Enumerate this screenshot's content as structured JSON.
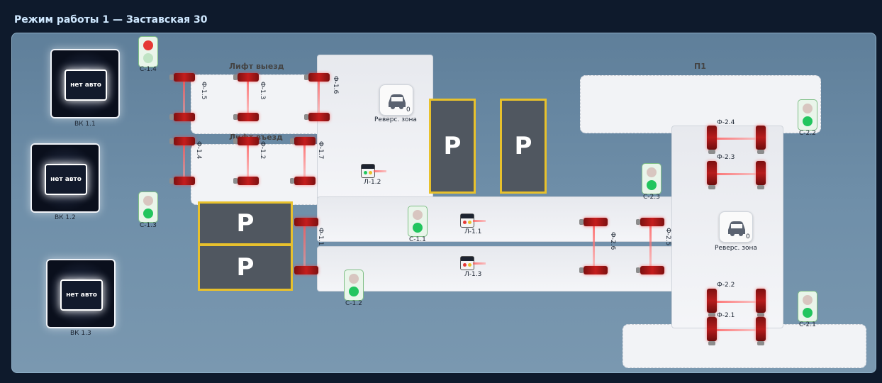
{
  "header": {
    "title": "Режим работы 1 — Заставская 30"
  },
  "zones": {
    "lift_exit": "Лифт выезд",
    "lift_entry": "Лифт въезд",
    "p1": "П1"
  },
  "cameras": [
    {
      "label": "ВК 1.1",
      "status": "нет авто"
    },
    {
      "label": "ВК 1.2",
      "status": "нет авто"
    },
    {
      "label": "ВК 1.3",
      "status": "нет авто"
    }
  ],
  "traffic_lights": [
    {
      "label": "С-1.4",
      "state": "red"
    },
    {
      "label": "С-1.3",
      "state": "green"
    },
    {
      "label": "С-1.1",
      "state": "green"
    },
    {
      "label": "С-1.2",
      "state": "green"
    },
    {
      "label": "С-2.3",
      "state": "green"
    },
    {
      "label": "С-2.2",
      "state": "green"
    },
    {
      "label": "С-2.1",
      "state": "green"
    }
  ],
  "photocells": [
    "Ф-1.5",
    "Ф-1.3",
    "Ф-1.6",
    "Ф-1.4",
    "Ф-1.2",
    "Ф-1.7",
    "Ф-1.1",
    "Ф-2.6",
    "Ф-2.5",
    "Ф-2.4",
    "Ф-2.3",
    "Ф-2.2",
    "Ф-2.1"
  ],
  "lidars": [
    "Л-1.2",
    "Л-1.1",
    "Л-1.3"
  ],
  "reverse_zones": [
    {
      "label": "Реверс. зона",
      "count": "0"
    },
    {
      "label": "Реверс. зона",
      "count": "0"
    }
  ],
  "parking_symbol": "P",
  "colors": {
    "red_lamp": "#e53935",
    "green_lamp": "#22c55e",
    "off_lamp": "#d8c6c0",
    "parking_border": "#e8c12c"
  },
  "icons": {
    "camera": "camera-frame-icon",
    "car": "car-icon",
    "traffic_light": "traffic-light-icon",
    "lidar": "lidar-icon",
    "photocell": "photocell-sensor-icon"
  }
}
